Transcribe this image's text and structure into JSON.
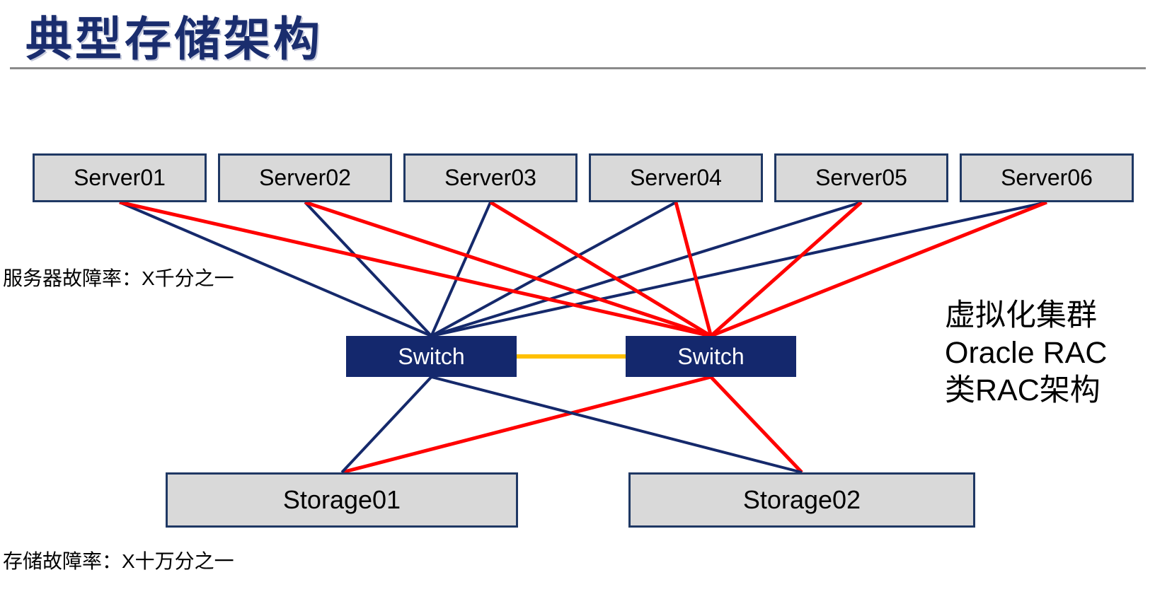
{
  "title": "典型存储架构",
  "labels": {
    "server_failure": "服务器故障率：X千分之一",
    "storage_failure": "存储故障率：X十万分之一"
  },
  "side_note": {
    "lines": [
      "虚拟化集群",
      "Oracle RAC",
      "类RAC架构"
    ]
  },
  "diagram": {
    "servers": [
      {
        "id": "server-1",
        "label": "Server01"
      },
      {
        "id": "server-2",
        "label": "Server02"
      },
      {
        "id": "server-3",
        "label": "Server03"
      },
      {
        "id": "server-4",
        "label": "Server04"
      },
      {
        "id": "server-5",
        "label": "Server05"
      },
      {
        "id": "server-6",
        "label": "Server06"
      }
    ],
    "switches": [
      {
        "id": "switch-left",
        "label": "Switch"
      },
      {
        "id": "switch-right",
        "label": "Switch"
      }
    ],
    "storages": [
      {
        "id": "storage-1",
        "label": "Storage01"
      },
      {
        "id": "storage-2",
        "label": "Storage02"
      }
    ],
    "colors": {
      "navy": "#15296B",
      "red": "#FF0000",
      "yellow": "#FFC000",
      "box_border": "#1F3864",
      "box_fill": "#D9D9D9",
      "switch_fill": "#14286D",
      "title": "#1A2D6E"
    },
    "edges": [
      {
        "from": "server-1",
        "to": "switch-left",
        "color": "navy"
      },
      {
        "from": "server-2",
        "to": "switch-left",
        "color": "navy"
      },
      {
        "from": "server-3",
        "to": "switch-left",
        "color": "navy"
      },
      {
        "from": "server-4",
        "to": "switch-left",
        "color": "navy"
      },
      {
        "from": "server-5",
        "to": "switch-left",
        "color": "navy"
      },
      {
        "from": "server-6",
        "to": "switch-left",
        "color": "navy"
      },
      {
        "from": "server-1",
        "to": "switch-right",
        "color": "red"
      },
      {
        "from": "server-2",
        "to": "switch-right",
        "color": "red"
      },
      {
        "from": "server-3",
        "to": "switch-right",
        "color": "red"
      },
      {
        "from": "server-4",
        "to": "switch-right",
        "color": "red"
      },
      {
        "from": "server-5",
        "to": "switch-right",
        "color": "red"
      },
      {
        "from": "server-6",
        "to": "switch-right",
        "color": "red"
      },
      {
        "from": "switch-right",
        "to": "storage-1",
        "color": "red"
      },
      {
        "from": "switch-right",
        "to": "storage-2",
        "color": "red"
      },
      {
        "from": "switch-left",
        "to": "storage-1",
        "color": "navy"
      },
      {
        "from": "switch-left",
        "to": "storage-2",
        "color": "navy"
      },
      {
        "from": "switch-left",
        "to": "switch-right",
        "color": "yellow",
        "fromAnchor": "right",
        "toAnchor": "left"
      }
    ]
  }
}
